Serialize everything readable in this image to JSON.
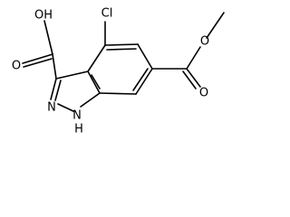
{
  "molecule": {
    "atoms": {
      "hydroxyl": "OH",
      "carboxyl_oxygen": "O",
      "chlorine": "Cl",
      "ester_carbonyl_oxygen": "O",
      "ester_oxygen": "O",
      "nitrogen_2": "N",
      "nitrogen_1": "N",
      "nitrogen_1_hydrogen": "H"
    }
  },
  "colors": {
    "bond": "#000000",
    "label": "#000000",
    "background": "#ffffff"
  }
}
